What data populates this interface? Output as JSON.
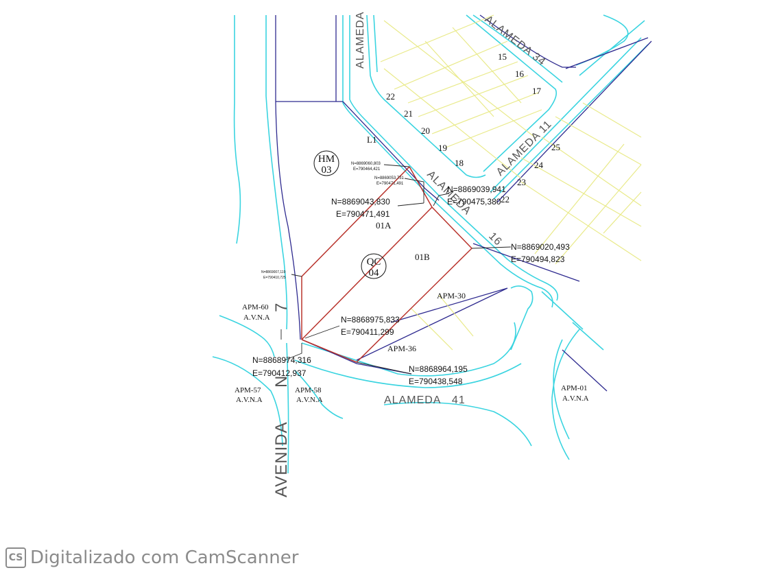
{
  "streets": {
    "alameda_top": "ALAMEDA",
    "alameda_34": "ALAMEDA 34",
    "alameda_11": "ALAMEDA 11",
    "alameda_16a": "ALAMEDA",
    "alameda_16b": "16",
    "alameda_41": "ALAMEDA   41",
    "avenida": "AVENIDA",
    "avenida_n": "N",
    "avenida_7": "7"
  },
  "lots": {
    "l15": "15",
    "l16": "16",
    "l17": "17",
    "l22": "22",
    "l21": "21",
    "l20": "20",
    "l19": "19",
    "l18": "18",
    "l25": "25",
    "l24": "24",
    "l23": "23",
    "l22b": "22"
  },
  "parcels": {
    "L1": "L1",
    "p01A": "01A",
    "p01B": "01B",
    "apm30": "APM-30",
    "apm36": "APM-36"
  },
  "markers": {
    "hm": {
      "top": "HM",
      "bottom": "03"
    },
    "qc": {
      "top": "QC",
      "bottom": "04"
    }
  },
  "areas": [
    {
      "code": "APM-60",
      "sub": "A.V.N.A"
    },
    {
      "code": "APM-57",
      "sub": "A.V.N.A"
    },
    {
      "code": "APM-58",
      "sub": "A.V.N.A"
    },
    {
      "code": "APM-01",
      "sub": "A.V.N.A"
    }
  ],
  "coords": {
    "c1": {
      "n": "N=8869060,803",
      "e": "E=790464,421"
    },
    "c2": {
      "n": "N=8869053,731",
      "e": "E=790471,491"
    },
    "c3": {
      "n": "N=8869039,941",
      "e": "E=790475,380"
    },
    "c4": {
      "n": "N=8869043,830",
      "e": "E=790471,491"
    },
    "c5": {
      "n": "N=8869020,493",
      "e": "E=790494,823"
    },
    "c6": {
      "n": "N=8869007,119",
      "e": "E=790410,725"
    },
    "c7": {
      "n": "N=8868975,833",
      "e": "E=790411,299"
    },
    "c8": {
      "n": "N=8868974,316",
      "e": "E=790412,937"
    },
    "c9": {
      "n": "N=8868964,195",
      "e": "E=790438,548"
    }
  },
  "watermark": {
    "logo": "CS",
    "text": "Digitalizado com CamScanner"
  },
  "colors": {
    "road_edge": "#3ad4e0",
    "lot_line": "#2e2a8f",
    "subdivision": "#e9ea8a",
    "parcel": "#b8322b"
  }
}
